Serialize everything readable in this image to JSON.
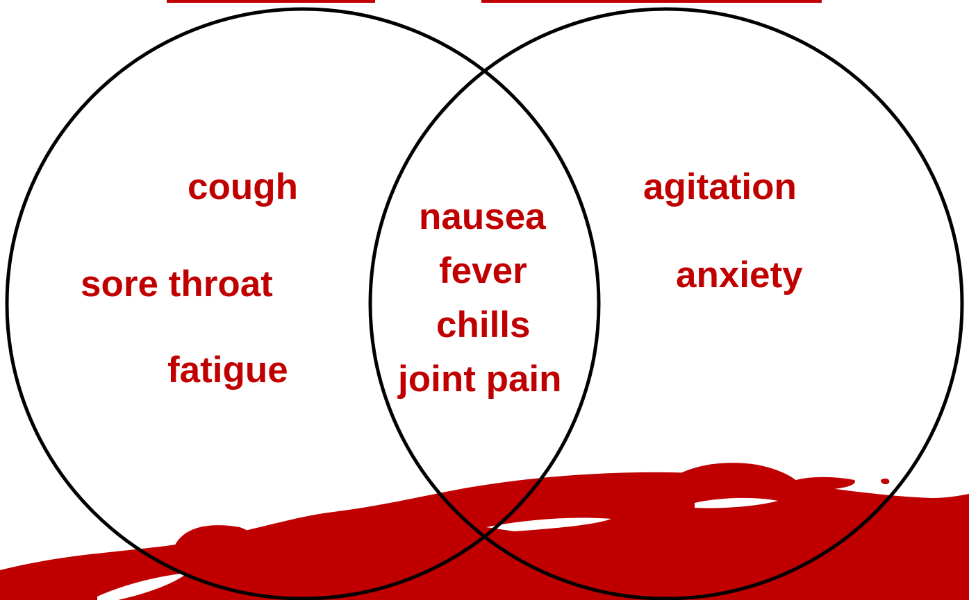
{
  "colors": {
    "accent": "#c00000",
    "outline": "#000000",
    "background": "#ffffff"
  },
  "left_set": {
    "items": [
      "cough",
      "sore throat",
      "fatigue"
    ]
  },
  "overlap": {
    "items": [
      "nausea",
      "fever",
      "chills",
      "joint pain"
    ]
  },
  "right_set": {
    "items": [
      "agitation",
      "anxiety"
    ]
  }
}
